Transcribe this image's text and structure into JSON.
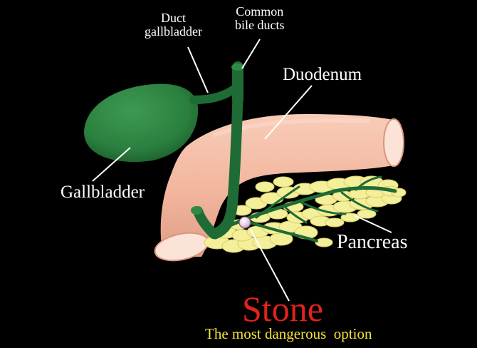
{
  "labels": {
    "duct_gallbladder": [
      "Duct",
      "gallbladder"
    ],
    "common_bile_ducts": [
      "Common",
      "bile ducts"
    ],
    "duodenum": "Duodenum",
    "gallbladder": "Gallbladder",
    "pancreas": "Pancreas"
  },
  "stone": {
    "title": "Stone",
    "subtitle": "The most dangerous  option"
  },
  "colors": {
    "background": "#000000",
    "duct_green": "#1f6b35",
    "gallbladder_green": "#2a7f3e",
    "duodenum": "#f2b9a3",
    "pancreas": "#f4ef9a",
    "stone_title": "#e0231c",
    "stone_subtitle": "#f2e33a",
    "label_text": "#ffffff"
  }
}
